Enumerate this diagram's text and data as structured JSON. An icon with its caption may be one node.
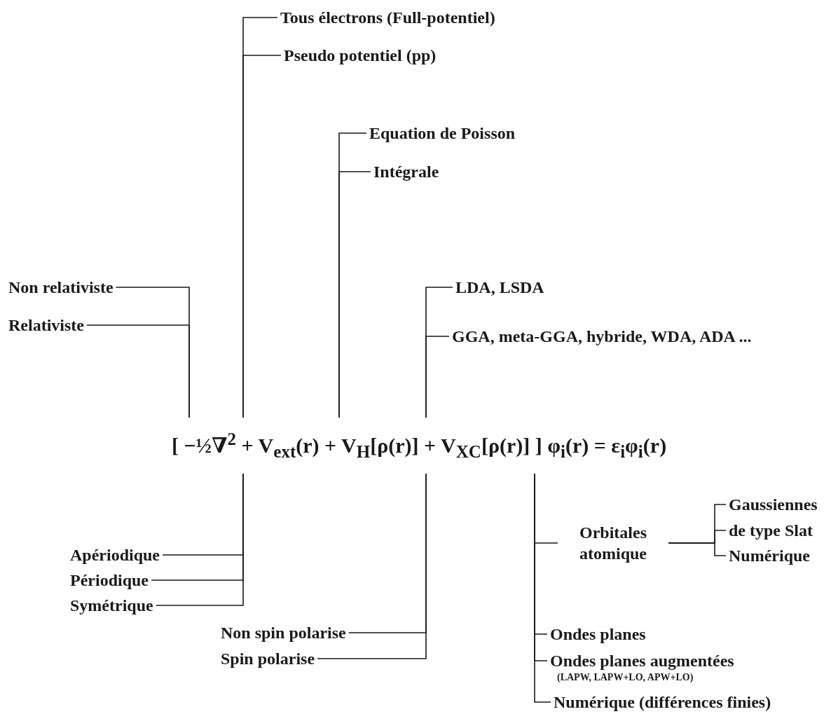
{
  "diagram": {
    "nodes": [
      {
        "text": [
          "[ −½∇$^{2}$ + V$_{ext}$(**r**) + V$_{H}$[ρ(**r**)] + V$_{XC}$[ρ(**r**)] ] φ$_{i}$(**r**) = ε$_{i}$φ$_{i}$(**r**)"
        ]
      },
      {
        "text": [
          "Non relativiste"
        ]
      },
      {
        "text": [
          "Relativiste"
        ]
      },
      {
        "text": [
          "Tous électrons (Full-potentiel)"
        ]
      },
      {
        "text": [
          "Pseudo potentiel (pp)"
        ]
      },
      {
        "text": [
          "Equation de Poisson"
        ]
      },
      {
        "text": [
          "Intégrale"
        ]
      },
      {
        "text": [
          "LDA, LSDA"
        ]
      },
      {
        "text": [
          "GGA, meta-GGA, hybride, WDA, ADA ..."
        ]
      },
      {
        "text": [
          "Apériodique"
        ]
      },
      {
        "text": [
          "Périodique"
        ]
      },
      {
        "text": [
          "Symétrique"
        ]
      },
      {
        "text": [
          "Non spin polarise"
        ]
      },
      {
        "text": [
          "Spin polarise"
        ]
      },
      {
        "text": [
          "Orbitales atomique"
        ]
      },
      {
        "text": [
          "Gaussiennes"
        ]
      },
      {
        "text": [
          "de type Slat"
        ]
      },
      {
        "text": [
          "Numérique"
        ]
      },
      {
        "text": [
          "Ondes planes"
        ]
      },
      {
        "text": [
          "Ondes planes augmentées",
          "(LAPW, LAPW+LO, APW+LO)"
        ]
      },
      {
        "text": [
          "Numérique (différences finies)"
        ]
      }
    ],
    "edges": [
      {
        "from": 0,
        "to": 1,
        "arrow": "none"
      },
      {
        "from": 0,
        "to": 2,
        "arrow": "none"
      },
      {
        "from": 0,
        "to": 3,
        "arrow": "none"
      },
      {
        "from": 0,
        "to": 4,
        "arrow": "none"
      },
      {
        "from": 0,
        "to": 5,
        "arrow": "none"
      },
      {
        "from": 0,
        "to": 6,
        "arrow": "none"
      },
      {
        "from": 0,
        "to": 7,
        "arrow": "none"
      },
      {
        "from": 0,
        "to": 8,
        "arrow": "none"
      },
      {
        "from": 0,
        "to": 9,
        "arrow": "none"
      },
      {
        "from": 0,
        "to": 10,
        "arrow": "none"
      },
      {
        "from": 0,
        "to": 11,
        "arrow": "none"
      },
      {
        "from": 0,
        "to": 12,
        "arrow": "none"
      },
      {
        "from": 0,
        "to": 13,
        "arrow": "none"
      },
      {
        "from": 0,
        "to": 14,
        "arrow": "none"
      },
      {
        "from": 14,
        "to": 15,
        "arrow": "none"
      },
      {
        "from": 14,
        "to": 16,
        "arrow": "none"
      },
      {
        "from": 14,
        "to": 17,
        "arrow": "none"
      },
      {
        "from": 0,
        "to": 18,
        "arrow": "none"
      },
      {
        "from": 0,
        "to": 19,
        "arrow": "none"
      },
      {
        "from": 0,
        "to": 20,
        "arrow": "none"
      }
    ]
  }
}
